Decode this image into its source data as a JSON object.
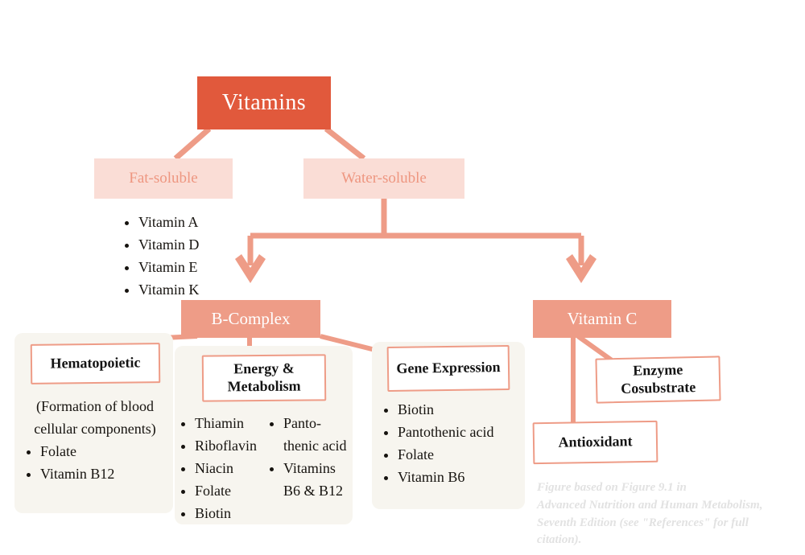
{
  "diagram": {
    "root": {
      "label": "Vitamins"
    },
    "level2": [
      {
        "label": "Fat-soluble"
      },
      {
        "label": "Water-soluble"
      }
    ],
    "fat_soluble_items": [
      "Vitamin A",
      "Vitamin D",
      "Vitamin E",
      "Vitamin K"
    ],
    "level3": [
      {
        "label": "B-Complex"
      },
      {
        "label": "Vitamin C"
      }
    ],
    "b_complex_cards": [
      {
        "title": "Hematopoietic",
        "note": "(Formation of blood cellular components)",
        "items": [
          "Folate",
          "Vitamin B12"
        ]
      },
      {
        "title": "Energy & Metabolism",
        "items_col1": [
          "Thiamin",
          "Riboflavin",
          "Niacin",
          "Folate",
          "Biotin"
        ],
        "items_col2": [
          "Panto-thenic acid",
          "Vitamins B6 & B12"
        ],
        "col2_line1_a": "Panto-",
        "col2_line1_b": "thenic acid",
        "col2_line2_a": "Vitamins",
        "col2_line2_b": "B6 & B12"
      },
      {
        "title": "Gene Expression",
        "items": [
          "Biotin",
          "Pantothenic acid",
          "Folate",
          "Vitamin B6"
        ]
      }
    ],
    "vitamin_c_cards": [
      {
        "title": "Enzyme Cosubstrate"
      },
      {
        "title": "Antioxidant"
      }
    ],
    "citation": {
      "line1": "Figure based on Figure 9.1 in",
      "line2": "Advanced Nutrition and Human Metabolism,",
      "line3": "Seventh Edition (see \"References\" for full",
      "line4": "citation)."
    },
    "colors": {
      "main": "#E1593C",
      "pale": "#FADDD6",
      "salmon": "#EE9C87",
      "card": "#F7F5EF",
      "citation": "#E2E2E2"
    }
  }
}
